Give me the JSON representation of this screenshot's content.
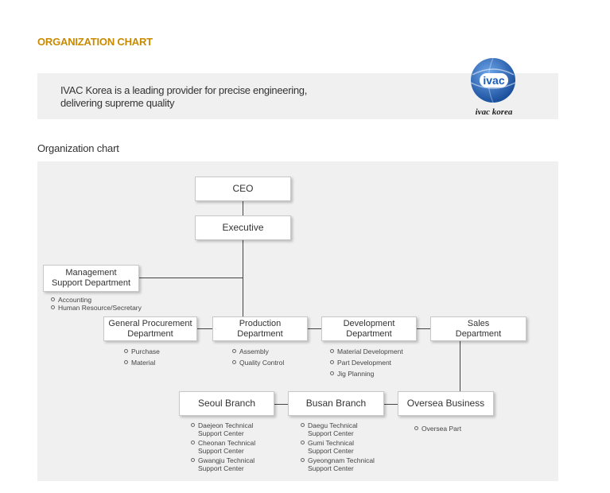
{
  "page_title": "ORGANIZATION CHART",
  "intro": {
    "line1": "IVAC Korea is a leading provider for precise engineering,",
    "line2": "delivering supreme quality"
  },
  "logo": {
    "mark": "ivac",
    "caption": "ivac korea"
  },
  "section_title": "Organization chart",
  "colors": {
    "accent": "#c88a00",
    "logo_blue": "#1a5fb4",
    "panel_bg": "#f0f0f0",
    "connector": "#444444"
  },
  "chart": {
    "ceo": "CEO",
    "executive": "Executive",
    "management": {
      "line1": "Management",
      "line2": "Support Department",
      "items": [
        "Accounting",
        "Human Resource/Secretary"
      ]
    },
    "procurement": {
      "line1": "General Procurement",
      "line2": "Department",
      "items": [
        "Purchase",
        "Material"
      ]
    },
    "production": {
      "line1": "Production",
      "line2": "Department",
      "items": [
        "Assembly",
        "Quality Control"
      ]
    },
    "development": {
      "line1": "Development",
      "line2": "Department",
      "items": [
        "Material Development",
        "Part Development",
        "Jig Planning"
      ]
    },
    "sales": {
      "line1": "Sales",
      "line2": "Department"
    },
    "seoul": {
      "label": "Seoul Branch",
      "items": [
        {
          "l1": "Daejeon Technical",
          "l2": "Support Center"
        },
        {
          "l1": "Cheonan Technical",
          "l2": "Support Center"
        },
        {
          "l1": "Gwangju Technical",
          "l2": "Support Center"
        }
      ]
    },
    "busan": {
      "label": "Busan Branch",
      "items": [
        {
          "l1": "Daegu Technical",
          "l2": "Support Center"
        },
        {
          "l1": "Gumi Technical",
          "l2": "Support Center"
        },
        {
          "l1": "Gyeongnam Technical",
          "l2": "Support Center"
        }
      ]
    },
    "oversea": {
      "label": "Oversea Business",
      "items": [
        "Oversea Part"
      ]
    }
  }
}
